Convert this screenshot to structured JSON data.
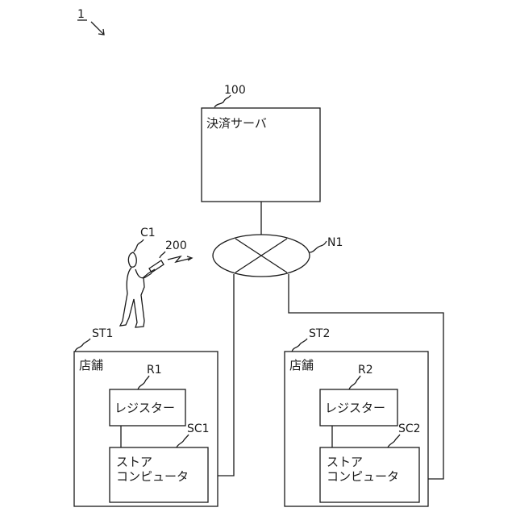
{
  "figure_ref": "1",
  "server": {
    "ref": "100",
    "label": "決済サーバ"
  },
  "network": {
    "ref": "N1"
  },
  "customer": {
    "ref": "C1"
  },
  "device": {
    "ref": "200"
  },
  "stores": [
    {
      "ref": "ST1",
      "label": "店舗",
      "register": {
        "ref": "R1",
        "label": "レジスター"
      },
      "computer": {
        "ref": "SC1",
        "line1": "ストア",
        "line2": "コンピュータ"
      }
    },
    {
      "ref": "ST2",
      "label": "店舗",
      "register": {
        "ref": "R2",
        "label": "レジスター"
      },
      "computer": {
        "ref": "SC2",
        "line1": "ストア",
        "line2": "コンピュータ"
      }
    }
  ]
}
